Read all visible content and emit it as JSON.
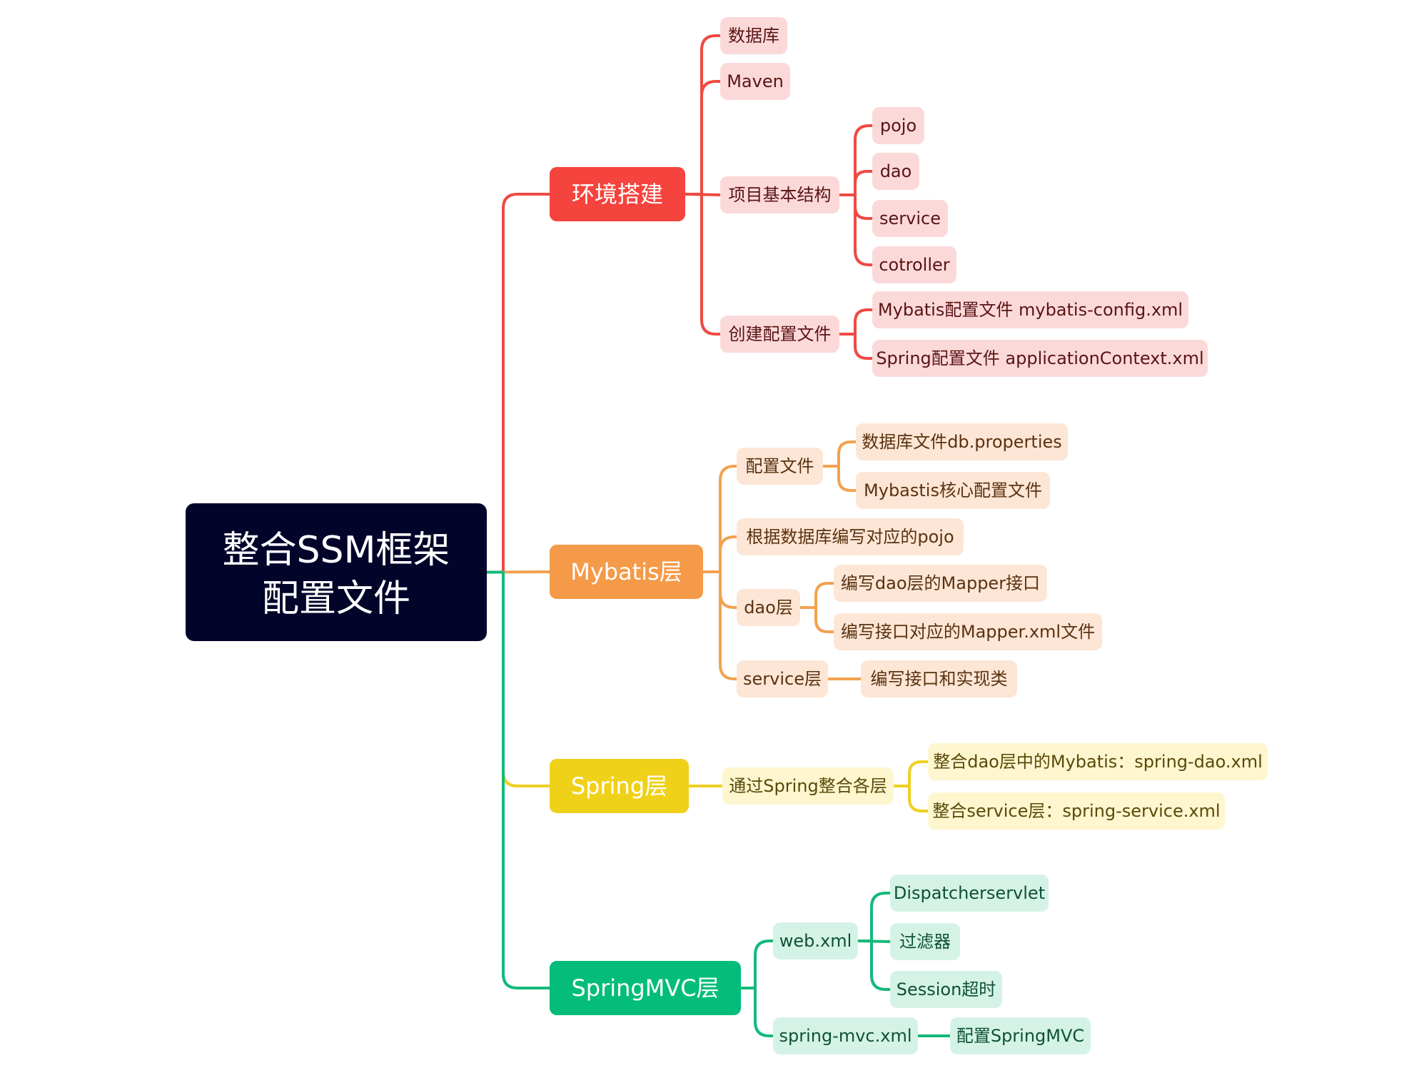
{
  "root": {
    "label_line1": "整合SSM框架",
    "label_line2": "配置文件"
  },
  "colors": {
    "root_bg": "#02042a",
    "root_text": "#ffffff",
    "branches": {
      "red": {
        "line": "#ef4a44",
        "main": "#f5433d",
        "sub": "#fcd9d9",
        "text": "#5a1414"
      },
      "orange": {
        "line": "#f2a24f",
        "main": "#f59a48",
        "sub": "#fde6d6",
        "text": "#5a3210"
      },
      "yellow": {
        "line": "#efd020",
        "main": "#f0d11a",
        "sub": "#fdf6cf",
        "text": "#5a4a08"
      },
      "green": {
        "line": "#14b97c",
        "main": "#04bd7b",
        "sub": "#d4f3e6",
        "text": "#0f5038"
      }
    }
  },
  "branches": [
    {
      "label": "环境搭建",
      "children": [
        {
          "label": "数据库"
        },
        {
          "label": "Maven"
        },
        {
          "label": "项目基本结构",
          "children": [
            {
              "label": "pojo"
            },
            {
              "label": "dao"
            },
            {
              "label": "service"
            },
            {
              "label": "cotroller"
            }
          ]
        },
        {
          "label": "创建配置文件",
          "children": [
            {
              "label": "Mybatis配置文件 mybatis-config.xml"
            },
            {
              "label": "Spring配置文件 applicationContext.xml"
            }
          ]
        }
      ]
    },
    {
      "label": "Mybatis层",
      "children": [
        {
          "label": "配置文件",
          "children": [
            {
              "label": "数据库文件db.properties"
            },
            {
              "label": "Mybastis核心配置文件"
            }
          ]
        },
        {
          "label": "根据数据库编写对应的pojo"
        },
        {
          "label": "dao层",
          "children": [
            {
              "label": "编写dao层的Mapper接口"
            },
            {
              "label": "编写接口对应的Mapper.xml文件"
            }
          ]
        },
        {
          "label": "service层",
          "children": [
            {
              "label": "编写接口和实现类"
            }
          ]
        }
      ]
    },
    {
      "label": "Spring层",
      "children": [
        {
          "label": "通过Spring整合各层",
          "children": [
            {
              "label": "整合dao层中的Mybatis：spring-dao.xml"
            },
            {
              "label": "整合service层：spring-service.xml"
            }
          ]
        }
      ]
    },
    {
      "label": "SpringMVC层",
      "children": [
        {
          "label": "web.xml",
          "children": [
            {
              "label": "Dispatcherservlet"
            },
            {
              "label": "过滤器"
            },
            {
              "label": "Session超时"
            }
          ]
        },
        {
          "label": "spring-mvc.xml",
          "children": [
            {
              "label": "配置SpringMVC"
            }
          ]
        }
      ]
    }
  ]
}
